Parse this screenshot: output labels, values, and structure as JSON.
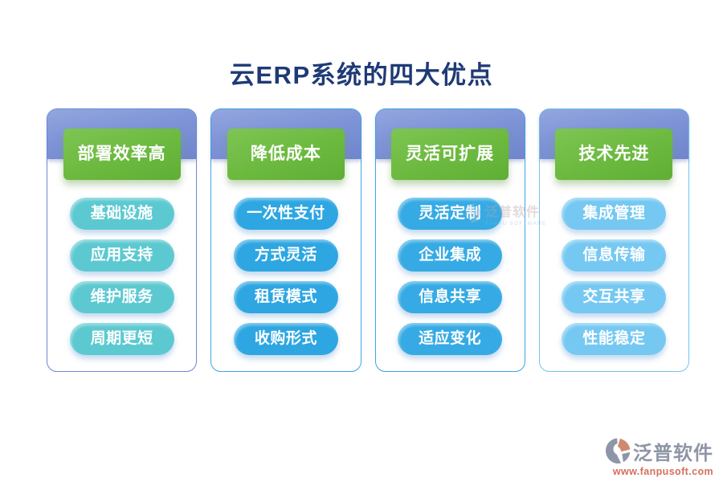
{
  "title": "云ERP系统的四大优点",
  "colors": {
    "title": "#1E3A76",
    "band_top": "#93A6DF",
    "band_bottom": "#6F86CD",
    "header_green": "#6CB93F",
    "brand_gray": "#8E95A5",
    "brand_red": "#D5705F"
  },
  "columns": [
    {
      "header": "部署效率高",
      "pill_color": "#5CC9D1",
      "border_color": "#6C87D8",
      "items": [
        "基础设施",
        "应用支持",
        "维护服务",
        "周期更短"
      ]
    },
    {
      "header": "降低成本",
      "pill_color": "#2DA6E2",
      "border_color": "#3FA4E2",
      "items": [
        "一次性支付",
        "方式灵活",
        "租赁模式",
        "收购形式"
      ]
    },
    {
      "header": "灵活可扩展",
      "pill_color": "#36AAE4",
      "border_color": "#3FA4E2",
      "items": [
        "灵活定制",
        "企业集成",
        "信息共享",
        "适应变化"
      ]
    },
    {
      "header": "技术先进",
      "pill_color": "#75C8F2",
      "border_color": "#72C5F1",
      "items": [
        "集成管理",
        "信息传输",
        "交互共享",
        "性能稳定"
      ]
    }
  ],
  "center_watermark": {
    "text": "泛普软件",
    "subtext": "FANPU SOFTWARE"
  },
  "footer_logo": {
    "brand": "泛普软件",
    "url": "www.fanpusoft.com"
  }
}
